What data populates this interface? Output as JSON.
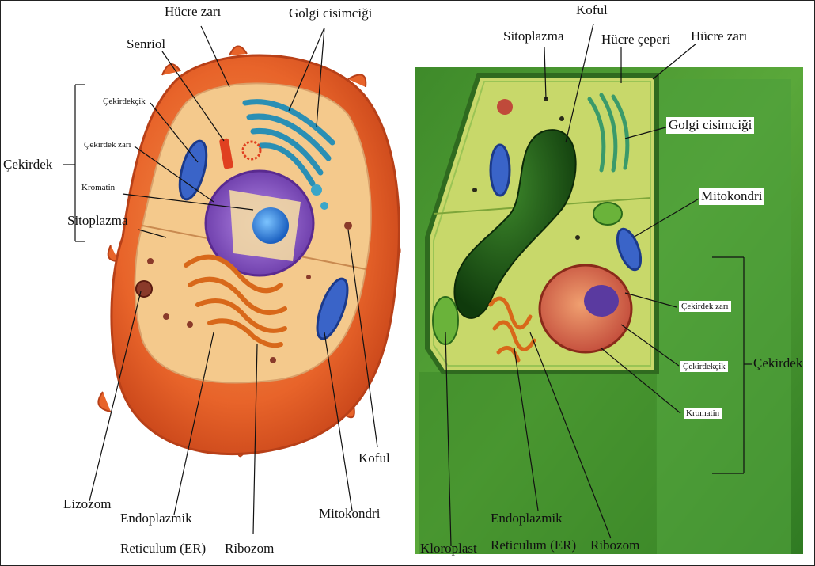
{
  "animal_cell": {
    "labels": {
      "hucre_zari": "Hücre zarı",
      "golgi": "Golgi cisimciği",
      "senriol": "Senriol",
      "cekirdekcik": "Çekirdekçik",
      "cekirdek_zari": "Çekirdek zarı",
      "kromatin": "Kromatin",
      "cekirdek": "Çekirdek",
      "sitoplazma": "Sitoplazma",
      "lizozom": "Lizozom",
      "endoplazmik": "Endoplazmik",
      "reticulum": "Reticulum (ER)",
      "ribozom": "Ribozom",
      "mitokondri": "Mitokondri",
      "koful": "Koful"
    }
  },
  "plant_cell": {
    "labels": {
      "koful": "Koful",
      "sitoplazma": "Sitoplazma",
      "hucre_ceperi": "Hücre çeperi",
      "hucre_zari": "Hücre zarı",
      "golgi": "Golgi cisimciği",
      "mitokondri": "Mitokondri",
      "cekirdek_zari": "Çekirdek zarı",
      "cekirdekcik": "Çekirdekçik",
      "cekirdek": "Çekirdek",
      "kromatin": "Kromatin",
      "kloroplast": "Kloroplast",
      "endoplazmik": "Endoplazmik",
      "reticulum": "Reticulum (ER)",
      "ribozom": "Ribozom"
    }
  },
  "colors": {
    "animal_outer": "#e8642a",
    "animal_inner": "#f4c98c",
    "nucleus": "#8e5bc8",
    "nucleolus": "#2f7fe0",
    "golgi": "#3aa6c9",
    "plant_wall": "#4f8f2f",
    "plant_cyto": "#c8d86a",
    "vacuole": "#1f5a1a"
  }
}
